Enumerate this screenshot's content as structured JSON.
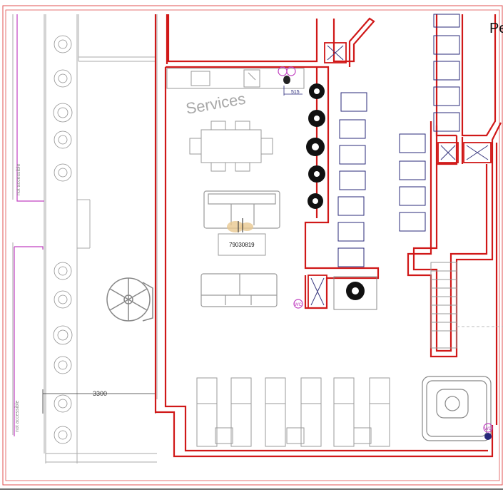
{
  "plan": {
    "services_label": "Services",
    "table_tag": "79030819",
    "dimension_small": "515",
    "dimension_wide": "3300",
    "not_accessible_top": "not accessible",
    "not_accessible_bottom": "not accessible",
    "wc_label_1": "WC",
    "wc_label_2": "WC",
    "corner_text": "Pe"
  },
  "colors": {
    "wall_red": "#d01818",
    "thin_red": "#e05050",
    "furniture_gray": "#9a9a9a",
    "bench_blue": "#28287a",
    "magenta": "#c040c0",
    "plant_black": "#111111"
  }
}
